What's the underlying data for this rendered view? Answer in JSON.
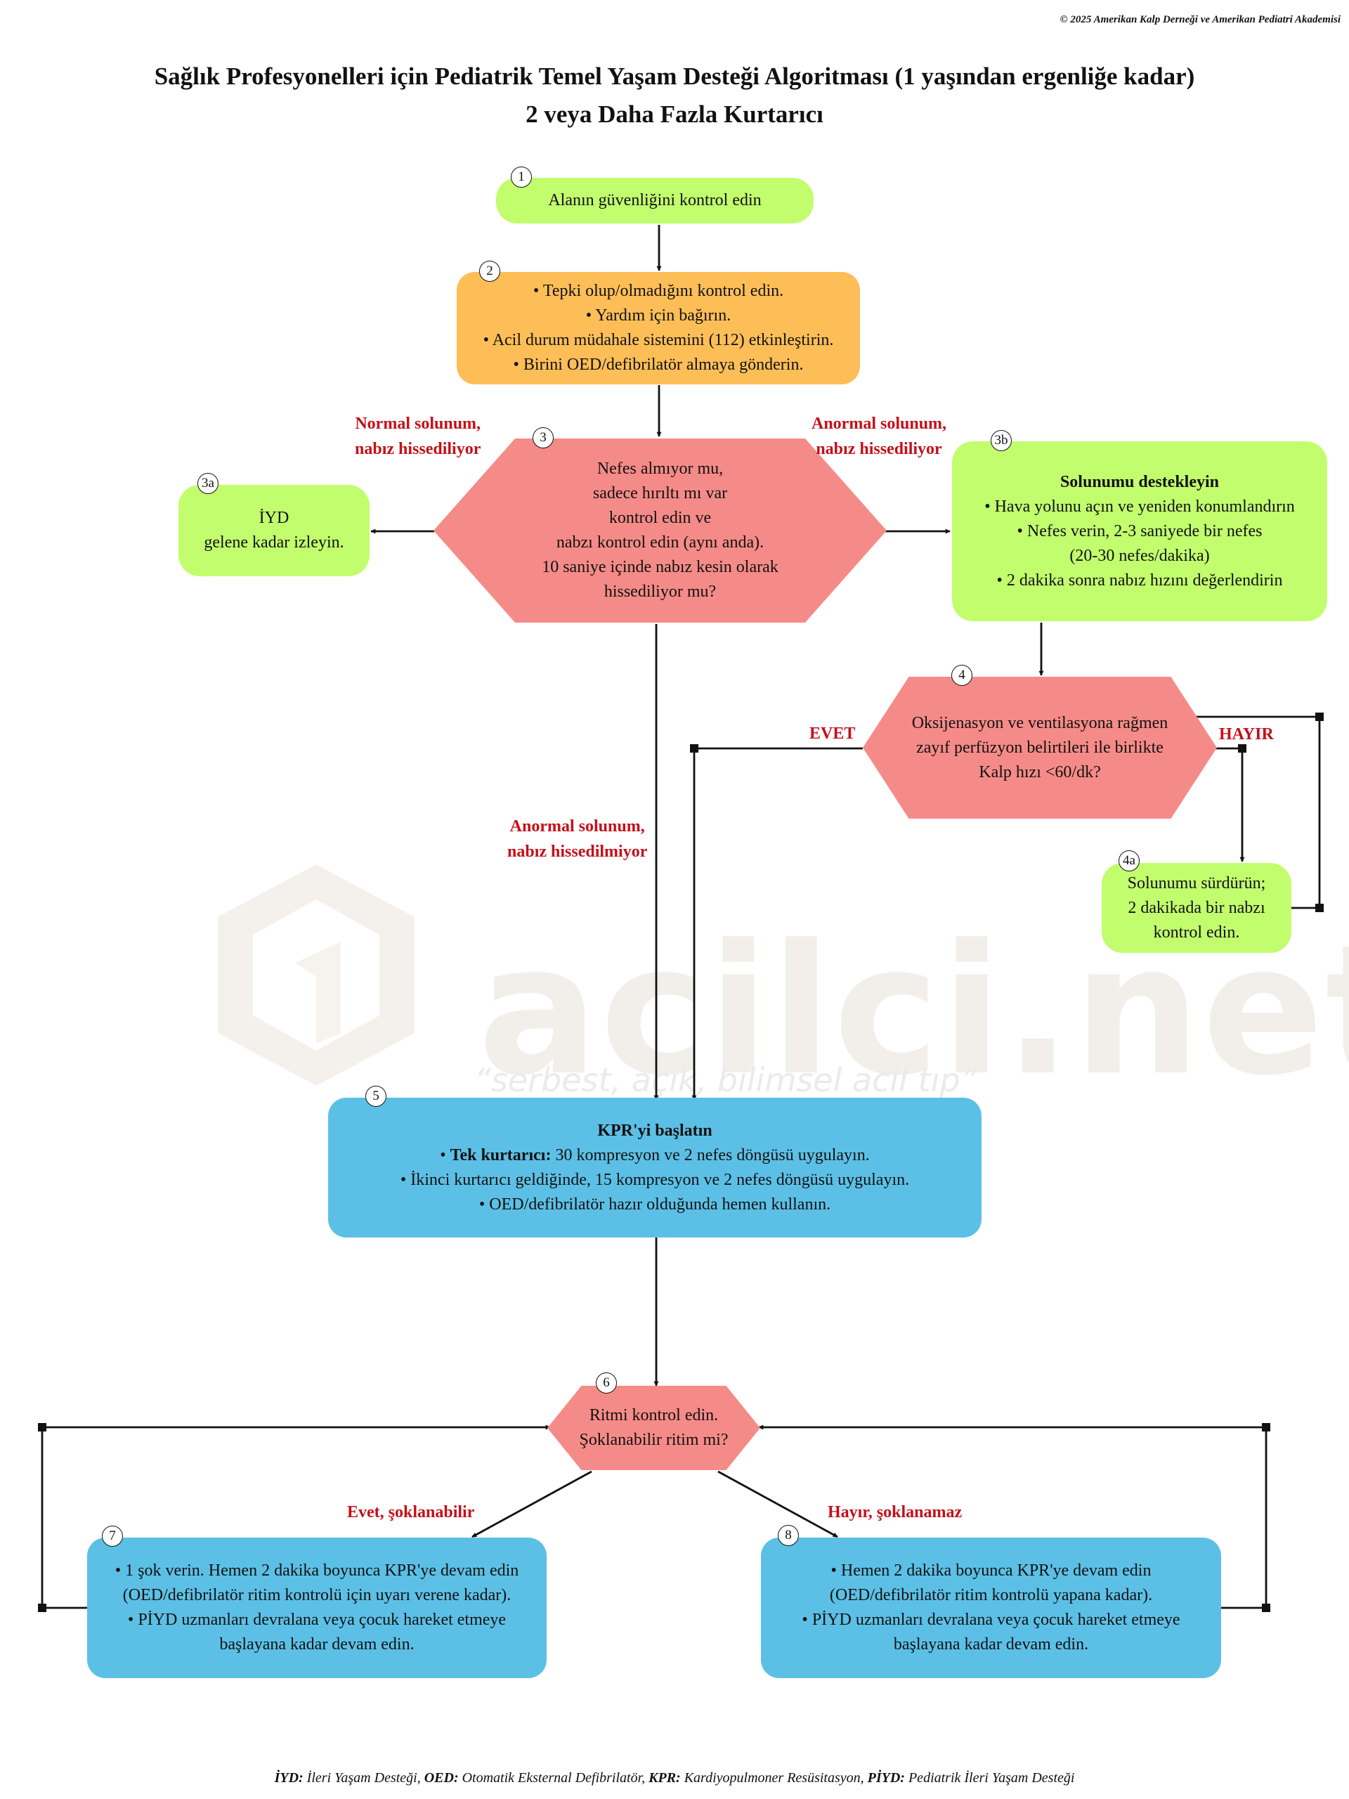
{
  "copyright": "© 2025 Amerikan Kalp Derneği ve Amerikan Pediatri Akademisi",
  "title": {
    "line1": "Sağlık Profesyonelleri için Pediatrik Temel Yaşam Desteği Algoritması (1 yaşından ergenliğe kadar)",
    "line2": "2 veya Daha Fazla Kurtarıcı"
  },
  "watermark": {
    "text": "acilci.net",
    "slogan": "“serbest, açık, bilimsel acil tıp”"
  },
  "nodes": {
    "n1": {
      "badge": "1",
      "lines": [
        "Alanın güvenliğini kontrol edin"
      ]
    },
    "n2": {
      "badge": "2",
      "lines": [
        "• Tepki olup/olmadığını kontrol edin.",
        "• Yardım için bağırın.",
        "• Acil durum müdahale sistemini (112) etkinleştirin.",
        "• Birini OED/defibrilatör almaya gönderin."
      ]
    },
    "n3": {
      "badge": "3",
      "lines": [
        "Nefes almıyor mu,",
        "sadece hırıltı mı var",
        "kontrol edin ve",
        "nabzı kontrol edin (aynı anda).",
        "10 saniye içinde nabız kesin olarak",
        "hissediliyor mu?"
      ]
    },
    "n3a": {
      "badge": "3a",
      "lines": [
        "İYD",
        "gelene kadar izleyin."
      ]
    },
    "n3b": {
      "badge": "3b",
      "title": "Solunumu destekleyin",
      "lines": [
        "• Hava yolunu açın ve yeniden konumlandırın",
        "• Nefes verin, 2-3 saniyede bir nefes",
        "(20-30 nefes/dakika)",
        "• 2 dakika sonra nabız hızını değerlendirin"
      ]
    },
    "n4": {
      "badge": "4",
      "lines": [
        "Oksijenasyon ve ventilasyona rağmen",
        "zayıf perfüzyon belirtileri ile birlikte",
        "Kalp hızı <60/dk?"
      ]
    },
    "n4a": {
      "badge": "4a",
      "lines": [
        "Solunumu sürdürün;",
        "2 dakikada bir nabzı",
        "kontrol edin."
      ]
    },
    "n5": {
      "badge": "5",
      "title": "KPR'yi başlatın",
      "bold_prefix": "Tek kurtarıcı:",
      "line1_rest": " 30 kompresyon ve 2 nefes döngüsü uygulayın.",
      "lines": [
        "• İkinci kurtarıcı geldiğinde, 15 kompresyon ve 2 nefes döngüsü uygulayın.",
        "• OED/defibrilatör hazır olduğunda hemen kullanın."
      ]
    },
    "n6": {
      "badge": "6",
      "lines": [
        "Ritmi kontrol edin.",
        "Şoklanabilir ritim mi?"
      ]
    },
    "n7": {
      "badge": "7",
      "lines": [
        "• 1 şok verin. Hemen 2 dakika boyunca KPR'ye devam edin",
        "(OED/defibrilatör ritim kontrolü için uyarı verene kadar).",
        "• PİYD uzmanları devralana veya çocuk hareket etmeye",
        "başlayana kadar devam edin."
      ]
    },
    "n8": {
      "badge": "8",
      "lines": [
        "• Hemen 2 dakika boyunca KPR'ye devam edin",
        "(OED/defibrilatör ritim kontrolü yapana kadar).",
        "• PİYD uzmanları devralana veya çocuk hareket etmeye",
        "başlayana kadar devam edin."
      ]
    }
  },
  "edge_labels": {
    "normal": [
      "Normal solunum,",
      "nabız hissediliyor"
    ],
    "abnormal_pulse": [
      "Anormal solunum,",
      "nabız hissediliyor"
    ],
    "abnormal_nopulse": [
      "Anormal solunum,",
      "nabız hissedilmiyor"
    ],
    "yes": "EVET",
    "no": "HAYIR",
    "shockable": "Evet, şoklanabilir",
    "nonshockable": "Hayır, şoklanamaz"
  },
  "footer": [
    {
      "abbr": "İYD:",
      "text": " İleri Yaşam Desteği, "
    },
    {
      "abbr": "OED:",
      "text": " Otomatik Eksternal Defibrilatör, "
    },
    {
      "abbr": "KPR:",
      "text": " Kardiyopulmoner Resüsitasyon, "
    },
    {
      "abbr": "PİYD:",
      "text": " Pediatrik İleri Yaşam Desteği"
    }
  ]
}
